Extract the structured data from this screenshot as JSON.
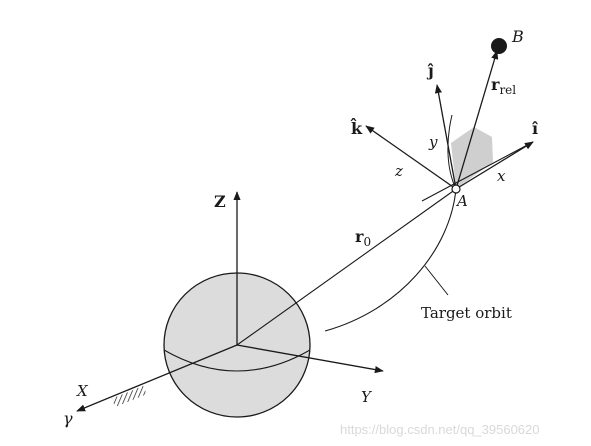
{
  "labels": {
    "point_b": "B",
    "j_hat": "ĵ",
    "r_rel_main": "r",
    "r_rel_sub": "rel",
    "k_hat": "k̂",
    "i_hat": "î",
    "axis_y_local": "y",
    "axis_z_local": "z",
    "axis_x_local": "x",
    "point_a": "A",
    "axis_Z": "Z",
    "r0_main": "r",
    "r0_sub": "0",
    "target_orbit": "Target orbit",
    "axis_X": "X",
    "gamma": "γ",
    "axis_Y": "Y"
  },
  "watermark": "https://blog.csdn.net/qq_39560620",
  "colors": {
    "stroke": "#1a1a1a",
    "sphere_fill": "#dcdcdc",
    "wedge_fill": "#cfcfcf"
  }
}
